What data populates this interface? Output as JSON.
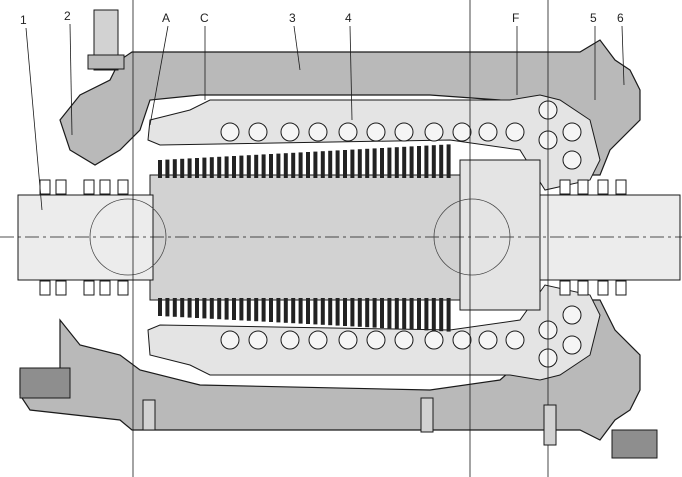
{
  "diagram": {
    "labels": {
      "l1": "1",
      "l2": "2",
      "lA": "A",
      "lC": "C",
      "l3": "3",
      "l4": "4",
      "lF": "F",
      "l5": "5",
      "l6": "6"
    },
    "colors": {
      "background": "#ffffff",
      "casing": "#b9b9b9",
      "casing_dark": "#8e8e8e",
      "inner": "#e4e4e4",
      "blade": "#222222",
      "rotor": "#d2d2d2",
      "line": "#1a1a1a"
    }
  }
}
